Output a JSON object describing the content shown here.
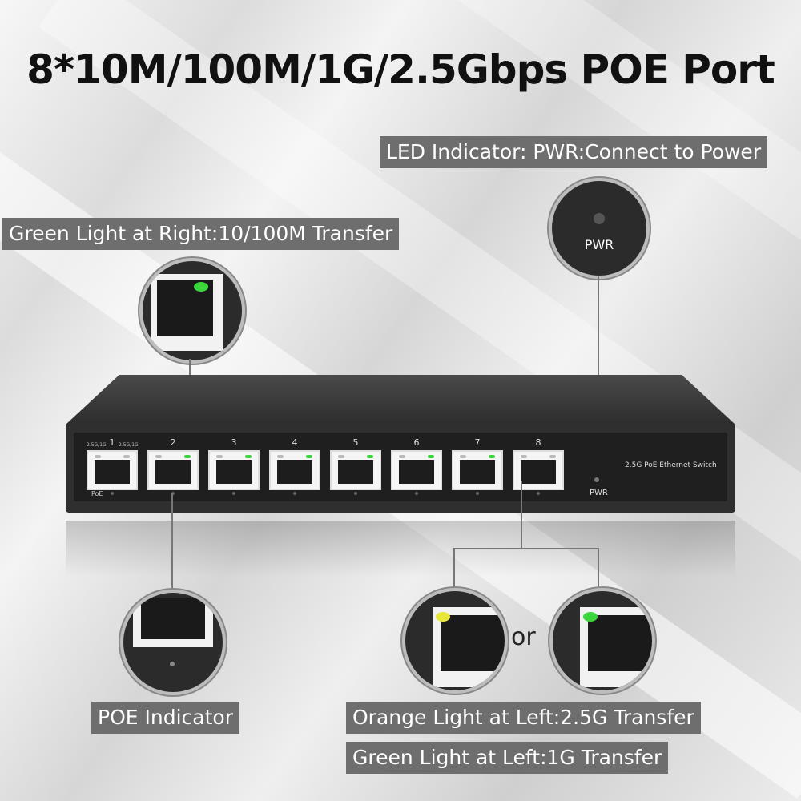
{
  "title": "8*10M/100M/1G/2.5Gbps POE Port",
  "labels": {
    "led_indicator": "LED Indicator: PWR:Connect to Power",
    "green_right": "Green Light at Right:10/100M Transfer",
    "poe_indicator": "POE Indicator",
    "orange_left": "Orange Light at Left:2.5G Transfer",
    "green_left": "Green Light at Left:1G Transfer"
  },
  "or_text": "or",
  "pwr_zoom_label": "PWR",
  "switch": {
    "model_text": "2.5G PoE Ethernet Switch",
    "pwr_label": "PWR",
    "poe_label": "PoE",
    "speed_label_left": "2.5G/1G",
    "speed_label_right": "2.5G/1G",
    "ports": [
      "1",
      "2",
      "3",
      "4",
      "5",
      "6",
      "7",
      "8"
    ]
  },
  "colors": {
    "label_bg": "#6e6e6e",
    "led_green": "#3bd63b",
    "led_orange": "#e8e83a",
    "switch_body": "#2f2f2f"
  }
}
